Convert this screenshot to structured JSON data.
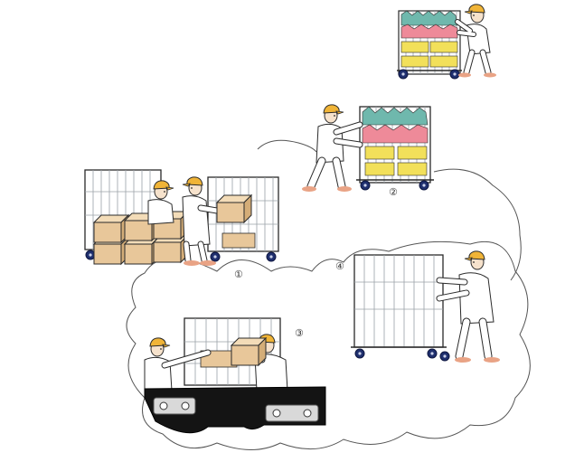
{
  "steps": [
    {
      "id": "1",
      "label": "①"
    },
    {
      "id": "2",
      "label": "②"
    },
    {
      "id": "3",
      "label": "③"
    },
    {
      "id": "4",
      "label": "④"
    }
  ],
  "colors": {
    "outline": "#2a2a2a",
    "box_front": "#e8c79a",
    "box_top": "#f3dcb8",
    "box_side": "#d4ad78",
    "hat": "#f0b437",
    "skin": "#f6e2cc",
    "shoe": "#e9a385",
    "garment_teal": "#6fb8ad",
    "garment_pink": "#ee8a99",
    "crate_yellow": "#f2e05a",
    "wheel": "#1f2f6e",
    "conveyor_dark": "#141414",
    "rack_metal": "#9aa0a8"
  },
  "icons": [
    "worker-figure",
    "roll-cage-cart",
    "cardboard-box",
    "conveyor-belt"
  ]
}
